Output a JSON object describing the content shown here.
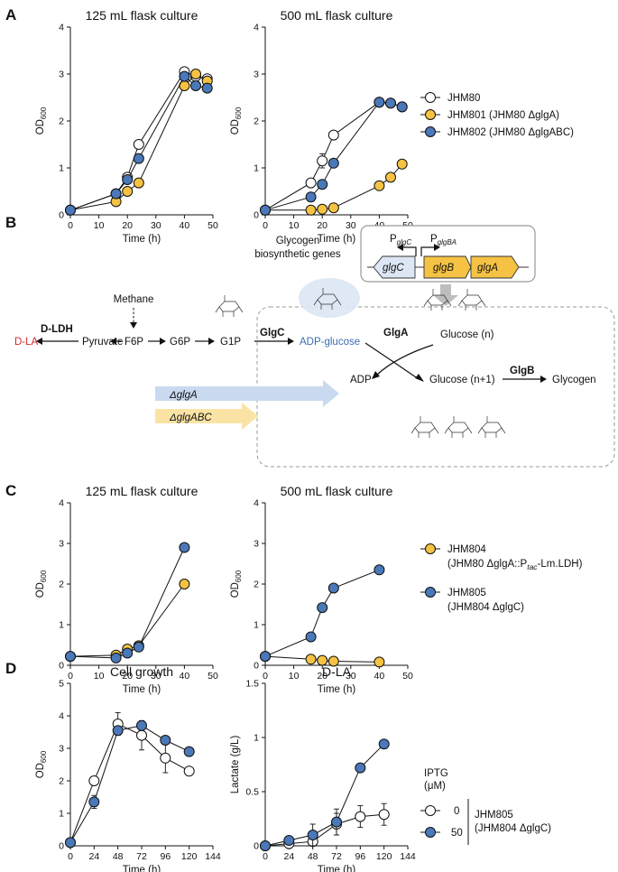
{
  "panels": {
    "A": "A",
    "B": "B",
    "C": "C",
    "D": "D"
  },
  "legend_A": {
    "items": [
      {
        "label": "JHM80",
        "color": "#ffffff"
      },
      {
        "label": "JHM801 (JHM80 ΔglgA)",
        "color": "#f5c243"
      },
      {
        "label": "JHM802 (JHM80 ΔglgABC)",
        "color": "#4a78b8"
      }
    ]
  },
  "legend_C": {
    "items": [
      {
        "line1": "JHM804",
        "line2": "(JHM80 ΔglgA::P",
        "line2_sub": "tac",
        "line2_end": "-Lm.LDH)",
        "color": "#f5c243"
      },
      {
        "line1": "JHM805",
        "line2": "(JHM804 ΔglgC)",
        "color": "#4a78b8"
      }
    ]
  },
  "legend_D": {
    "title_line1": "IPTG",
    "title_line2": "(μM)",
    "levels": [
      {
        "label": "0",
        "color": "#ffffff"
      },
      {
        "label": "50",
        "color": "#4a78b8"
      }
    ],
    "strain_line1": "JHM805",
    "strain_line2": "(JHM804 ΔglgC)"
  },
  "pathway": {
    "genes_label_line1": "Glycogen",
    "genes_label_line2": "biosynthetic genes",
    "promoter_c": "P",
    "promoter_c_sub": "glgC",
    "promoter_ba": "P",
    "promoter_ba_sub": "glgBA",
    "gene_glgC": "glgC",
    "gene_glgB": "glgB",
    "gene_glgA": "glgA",
    "methane": "Methane",
    "d_ldh": "D-LDH",
    "d_la": "D-LA",
    "pyruvate": "Pyruvate",
    "f6p": "F6P",
    "g6p": "G6P",
    "g1p": "G1P",
    "glgC_enzyme": "GlgC",
    "adp_glucose": "ADP-glucose",
    "glgA_enzyme": "GlgA",
    "glucose_n": "Glucose (n)",
    "adp": "ADP",
    "glucose_n1": "Glucose (n+1)",
    "glgB_enzyme": "GlgB",
    "glycogen": "Glycogen",
    "delta_glgA": "ΔglgA",
    "delta_glgABC": "ΔglgABC",
    "colors": {
      "blue_arrow": "#c9daf0",
      "yellow_arrow": "#fbe3a6",
      "glgC_box": "#dce6f4",
      "glgBA_box": "#f5c243",
      "big_arrow": "#bdbdbd"
    }
  },
  "chart_data": [
    {
      "id": "A1",
      "type": "line",
      "title": "125 mL flask culture",
      "xlabel": "Time (h)",
      "ylabel": "OD600",
      "xlim": [
        0,
        50
      ],
      "ylim": [
        0,
        4
      ],
      "xticks": [
        0,
        10,
        20,
        30,
        40,
        50
      ],
      "yticks": [
        0,
        1,
        2,
        3,
        4
      ],
      "series": [
        {
          "name": "JHM80",
          "color": "#ffffff",
          "x": [
            0,
            16,
            20,
            24,
            40,
            44,
            48
          ],
          "y": [
            0.1,
            0.45,
            0.8,
            1.5,
            3.05,
            2.95,
            2.9
          ]
        },
        {
          "name": "JHM801 (JHM80 ΔglgA)",
          "color": "#f5c243",
          "x": [
            0,
            16,
            20,
            24,
            40,
            44,
            48
          ],
          "y": [
            0.1,
            0.28,
            0.5,
            0.68,
            2.75,
            3.0,
            2.85
          ]
        },
        {
          "name": "JHM802 (JHM80 ΔglgABC)",
          "color": "#4a78b8",
          "x": [
            0,
            16,
            20,
            24,
            40,
            44,
            48
          ],
          "y": [
            0.1,
            0.45,
            0.75,
            1.2,
            2.95,
            2.75,
            2.7
          ]
        }
      ]
    },
    {
      "id": "A2",
      "type": "line",
      "title": "500 mL flask culture",
      "xlabel": "Time (h)",
      "ylabel": "OD600",
      "xlim": [
        0,
        50
      ],
      "ylim": [
        0,
        4
      ],
      "xticks": [
        0,
        10,
        20,
        30,
        40,
        50
      ],
      "yticks": [
        0,
        1,
        2,
        3,
        4
      ],
      "series": [
        {
          "name": "JHM80",
          "color": "#ffffff",
          "x": [
            0,
            16,
            20,
            24,
            40,
            44,
            48
          ],
          "y": [
            0.1,
            0.68,
            1.15,
            1.7,
            2.4,
            2.38,
            2.3
          ],
          "err": [
            0,
            0,
            0.15,
            0,
            0,
            0,
            0
          ]
        },
        {
          "name": "JHM801 (JHM80 ΔglgA)",
          "color": "#f5c243",
          "x": [
            0,
            16,
            20,
            24,
            40,
            44,
            48
          ],
          "y": [
            0.1,
            0.1,
            0.12,
            0.15,
            0.62,
            0.8,
            1.08
          ]
        },
        {
          "name": "JHM802 (JHM80 ΔglgABC)",
          "color": "#4a78b8",
          "x": [
            0,
            16,
            20,
            24,
            40,
            44,
            48
          ],
          "y": [
            0.1,
            0.38,
            0.65,
            1.1,
            2.4,
            2.38,
            2.3
          ]
        }
      ]
    },
    {
      "id": "C1",
      "type": "line",
      "title": "125 mL flask culture",
      "xlabel": "Time (h)",
      "ylabel": "OD600",
      "xlim": [
        0,
        50
      ],
      "ylim": [
        0,
        4
      ],
      "xticks": [
        0,
        10,
        20,
        30,
        40,
        50
      ],
      "yticks": [
        0,
        1,
        2,
        3,
        4
      ],
      "series": [
        {
          "name": "JHM804",
          "color": "#f5c243",
          "x": [
            0,
            16,
            20,
            24,
            40
          ],
          "y": [
            0.22,
            0.25,
            0.4,
            0.48,
            2.0
          ]
        },
        {
          "name": "JHM805",
          "color": "#4a78b8",
          "x": [
            0,
            16,
            20,
            24,
            40
          ],
          "y": [
            0.22,
            0.18,
            0.3,
            0.45,
            2.9
          ]
        }
      ]
    },
    {
      "id": "C2",
      "type": "line",
      "title": "500 mL flask culture",
      "xlabel": "Time (h)",
      "ylabel": "OD600",
      "xlim": [
        0,
        50
      ],
      "ylim": [
        0,
        4
      ],
      "xticks": [
        0,
        10,
        20,
        30,
        40,
        50
      ],
      "yticks": [
        0,
        1,
        2,
        3,
        4
      ],
      "series": [
        {
          "name": "JHM804",
          "color": "#f5c243",
          "x": [
            0,
            16,
            20,
            24,
            40
          ],
          "y": [
            0.22,
            0.15,
            0.12,
            0.1,
            0.08
          ]
        },
        {
          "name": "JHM805",
          "color": "#4a78b8",
          "x": [
            0,
            16,
            20,
            24,
            40
          ],
          "y": [
            0.22,
            0.7,
            1.42,
            1.9,
            2.35
          ]
        }
      ]
    },
    {
      "id": "D1",
      "type": "line",
      "title": "Cell growth",
      "xlabel": "Time (h)",
      "ylabel": "OD600",
      "xlim": [
        0,
        144
      ],
      "ylim": [
        0,
        5
      ],
      "xticks": [
        0,
        24,
        48,
        72,
        96,
        120,
        144
      ],
      "yticks": [
        0,
        1,
        2,
        3,
        4,
        5
      ],
      "series": [
        {
          "name": "0",
          "color": "#ffffff",
          "x": [
            0,
            24,
            48,
            72,
            96,
            120
          ],
          "y": [
            0.1,
            2.0,
            3.75,
            3.4,
            2.7,
            2.3
          ],
          "err": [
            0,
            0,
            0.35,
            0.45,
            0.45,
            0
          ]
        },
        {
          "name": "50",
          "color": "#4a78b8",
          "x": [
            0,
            24,
            48,
            72,
            96,
            120
          ],
          "y": [
            0.1,
            1.35,
            3.55,
            3.7,
            3.25,
            2.9
          ],
          "err": [
            0,
            0.2,
            0,
            0.15,
            0,
            0
          ]
        }
      ]
    },
    {
      "id": "D2",
      "type": "line",
      "title": "D-LA",
      "xlabel": "Time (h)",
      "ylabel": "Lactate (g/L)",
      "xlim": [
        0,
        144
      ],
      "ylim": [
        0,
        1.5
      ],
      "xticks": [
        0,
        24,
        48,
        72,
        96,
        120,
        144
      ],
      "yticks": [
        0,
        0.5,
        1,
        1.5
      ],
      "ytick_labels": [
        "0",
        "0.5",
        "1",
        "1.5"
      ],
      "series": [
        {
          "name": "0",
          "color": "#ffffff",
          "x": [
            0,
            24,
            48,
            72,
            96,
            120
          ],
          "y": [
            0.0,
            0.02,
            0.04,
            0.2,
            0.27,
            0.29
          ],
          "err": [
            0,
            0.02,
            0.08,
            0.1,
            0.1,
            0.1
          ]
        },
        {
          "name": "50",
          "color": "#4a78b8",
          "x": [
            0,
            24,
            48,
            72,
            96,
            120
          ],
          "y": [
            0.0,
            0.05,
            0.1,
            0.22,
            0.72,
            0.94
          ],
          "err": [
            0,
            0.02,
            0.1,
            0.12,
            0,
            0
          ]
        }
      ]
    }
  ]
}
